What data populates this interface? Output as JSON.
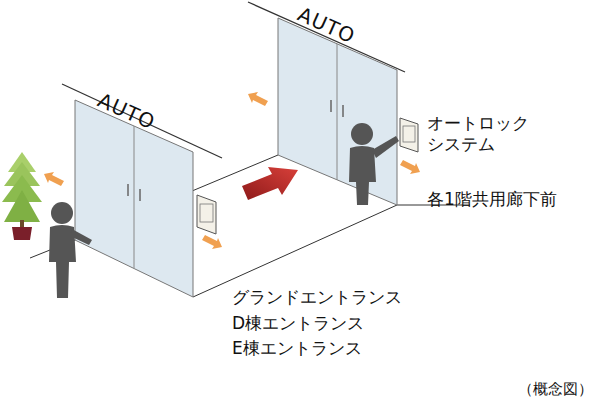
{
  "diagram": {
    "labels": [
      "AUTO",
      "AUTO",
      "オートロック システム",
      "各1階共用廊下前",
      "グランドエントランス",
      "D棟エントランス",
      "E棟エントランス",
      "（概念図）"
    ]
  }
}
